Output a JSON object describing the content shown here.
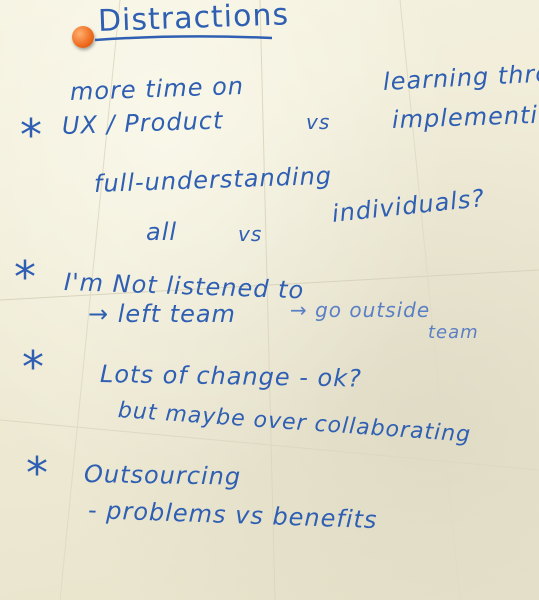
{
  "title": "Distractions",
  "lines": {
    "more_time": "more time on",
    "learning": "learning thro",
    "ux_product": "UX / Product",
    "vs1": "vs",
    "implementing": "implementing",
    "full_understanding": "full-understanding",
    "all": "all",
    "vs2": "vs",
    "individuals": "individuals?",
    "not_listened": "I'm Not listened to",
    "left_team": "→ left team",
    "go_outside": "→ go outside",
    "team": "team",
    "lots_change": "Lots of change - ok?",
    "but_maybe": "but maybe over collaborating",
    "outsourcing": "Outsourcing",
    "problems": "- problems vs benefits"
  },
  "bullets": [
    "*",
    "*",
    "*",
    "*"
  ],
  "colors": {
    "ink": "#2f5fb3",
    "paper": "#f1eedb",
    "pin": "#ef6a1d"
  },
  "icons": {
    "pin": "push-pin-icon"
  }
}
